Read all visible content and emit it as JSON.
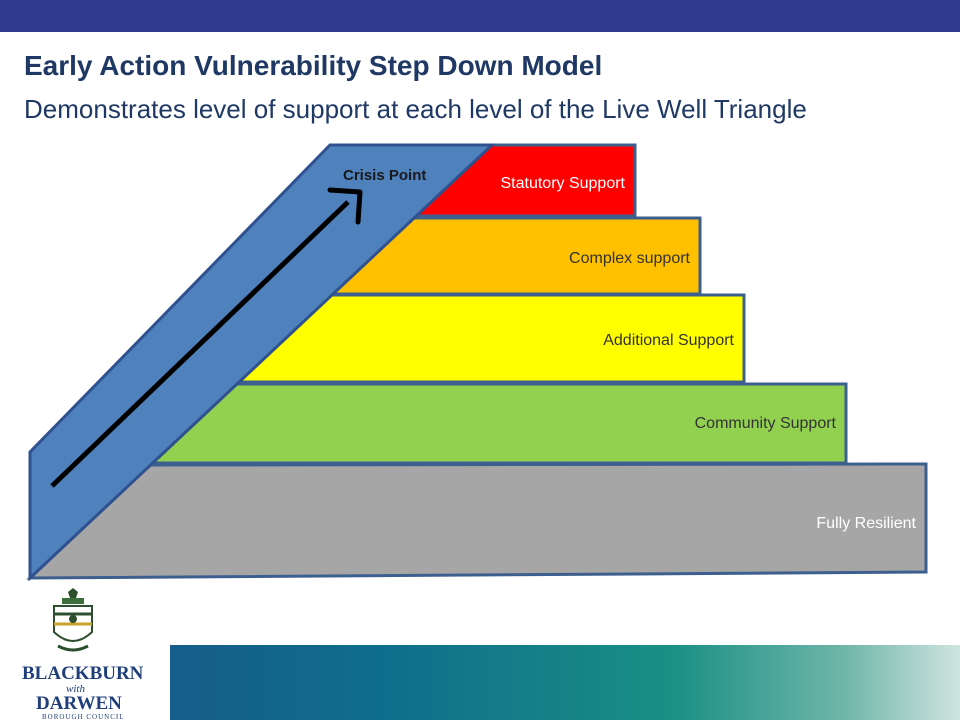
{
  "header": {
    "title": "Early Action Vulnerability Step Down Model",
    "subtitle": "Demonstrates level of support at each level of the Live Well Triangle"
  },
  "steps": [
    {
      "label": "Statutory Support",
      "color": "#ff0000"
    },
    {
      "label": "Complex support",
      "color": "#ffc000"
    },
    {
      "label": "Additional Support",
      "color": "#ffff00"
    },
    {
      "label": "Community Support",
      "color": "#92d050"
    },
    {
      "label": "Fully Resilient",
      "color": "#a6a6a6"
    }
  ],
  "ramp": {
    "label": "Crisis Point",
    "color": "#4f81bd"
  },
  "logo": {
    "line1": "BLACKBURN",
    "with": "with",
    "line2": "DARWEN",
    "council": "BOROUGH COUNCIL"
  }
}
